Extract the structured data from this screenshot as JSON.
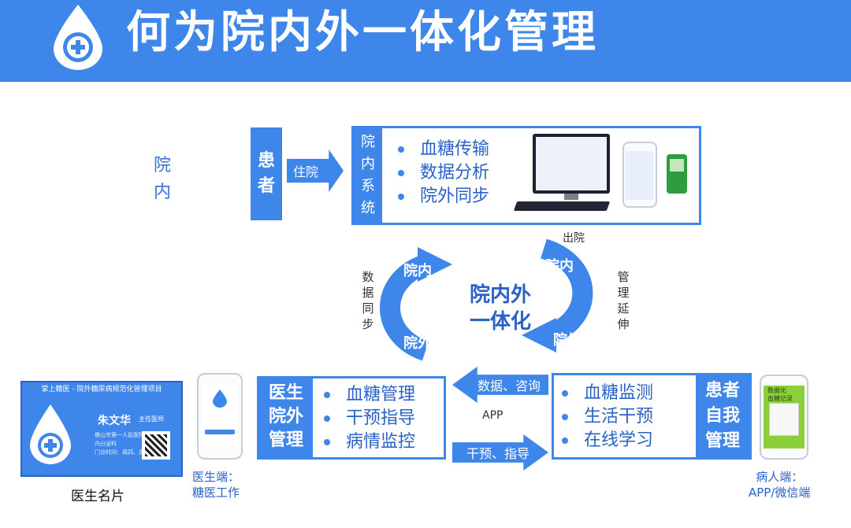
{
  "header": {
    "title": "何为院内外一体化管理",
    "color": "#3e86e9"
  },
  "inhospital": {
    "section_label": "院\n内",
    "patient": "患\n者",
    "admit_arrow": "住院",
    "system_label": "院\n内\n系\n统",
    "items": [
      "血糖传输",
      "数据分析",
      "院外同步"
    ]
  },
  "cycle": {
    "center": "院内外\n一体化",
    "top_left_tag": "院内",
    "bottom_left_tag": "院外",
    "top_right_tag": "院内",
    "bottom_right_tag": "院外",
    "left_side_label": "数\n据\n同\n步",
    "right_side_label": "管\n理\n延\n伸",
    "discharge_label": "出院"
  },
  "doctor": {
    "label": "医生\n院外\n管理",
    "items": [
      "血糖管理",
      "干预指导",
      "病情监控"
    ]
  },
  "patient_self": {
    "label": "患者\n自我\n管理",
    "items": [
      "血糖监测",
      "生活干预",
      "在线学习"
    ]
  },
  "flow": {
    "to_doctor": "数据、咨询",
    "app_label": "APP",
    "to_patient": "干预、指导"
  },
  "card": {
    "header": "掌上糖医 - 院外糖尿病规范化管理项目",
    "name": "朱文华",
    "role": "主任医师",
    "lines": [
      "佛山市第一人民医院",
      "内分泌科",
      "门诊时间：周四、周五全天"
    ],
    "caption": "医生名片"
  },
  "doctor_phone": {
    "caption": "医生端：\n糖医工作"
  },
  "patient_phone": {
    "screen_text": "数据化\n血糖记录",
    "caption": "病人端：\nAPP/微信端"
  }
}
